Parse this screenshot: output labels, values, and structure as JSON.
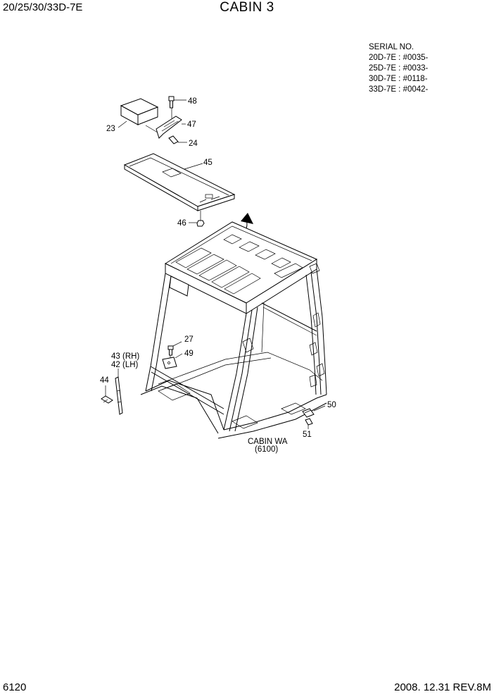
{
  "header": {
    "model": "20/25/30/33D-7E",
    "title": "CABIN 3"
  },
  "serial": {
    "heading": "SERIAL NO.",
    "lines": [
      "20D-7E : #0035-",
      "25D-7E : #0033-",
      "30D-7E : #0118-",
      "33D-7E : #0042-"
    ]
  },
  "callouts": {
    "c48": "48",
    "c47": "47",
    "c23": "23",
    "c24": "24",
    "c45": "45",
    "c46": "46",
    "c27": "27",
    "c49": "49",
    "c43": "43 (RH)",
    "c42": "42 (LH)",
    "c44": "44",
    "c50": "50",
    "c51": "51"
  },
  "cabin_ref": {
    "line1": "CABIN WA",
    "line2": "(6100)"
  },
  "footer": {
    "page": "6120",
    "revision": "2008. 12.31  REV.8M"
  }
}
